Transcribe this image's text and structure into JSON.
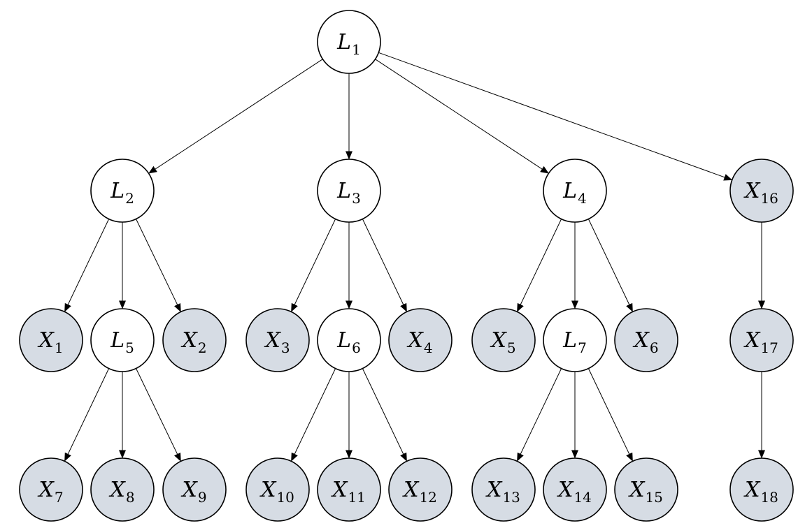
{
  "colors": {
    "latent_fill": "#ffffff",
    "observed_fill": "#d6dce4",
    "stroke": "#000000"
  },
  "nodes": [
    {
      "id": "L1",
      "letter": "L",
      "sub": "1",
      "kind": "latent"
    },
    {
      "id": "L2",
      "letter": "L",
      "sub": "2",
      "kind": "latent"
    },
    {
      "id": "L3",
      "letter": "L",
      "sub": "3",
      "kind": "latent"
    },
    {
      "id": "L4",
      "letter": "L",
      "sub": "4",
      "kind": "latent"
    },
    {
      "id": "X16",
      "letter": "X",
      "sub": "16",
      "kind": "observed"
    },
    {
      "id": "X1",
      "letter": "X",
      "sub": "1",
      "kind": "observed"
    },
    {
      "id": "L5",
      "letter": "L",
      "sub": "5",
      "kind": "latent"
    },
    {
      "id": "X2",
      "letter": "X",
      "sub": "2",
      "kind": "observed"
    },
    {
      "id": "X3",
      "letter": "X",
      "sub": "3",
      "kind": "observed"
    },
    {
      "id": "L6",
      "letter": "L",
      "sub": "6",
      "kind": "latent"
    },
    {
      "id": "X4",
      "letter": "X",
      "sub": "4",
      "kind": "observed"
    },
    {
      "id": "X5",
      "letter": "X",
      "sub": "5",
      "kind": "observed"
    },
    {
      "id": "L7",
      "letter": "L",
      "sub": "7",
      "kind": "latent"
    },
    {
      "id": "X6",
      "letter": "X",
      "sub": "6",
      "kind": "observed"
    },
    {
      "id": "X17",
      "letter": "X",
      "sub": "17",
      "kind": "observed"
    },
    {
      "id": "X7",
      "letter": "X",
      "sub": "7",
      "kind": "observed"
    },
    {
      "id": "X8",
      "letter": "X",
      "sub": "8",
      "kind": "observed"
    },
    {
      "id": "X9",
      "letter": "X",
      "sub": "9",
      "kind": "observed"
    },
    {
      "id": "X10",
      "letter": "X",
      "sub": "10",
      "kind": "observed"
    },
    {
      "id": "X11",
      "letter": "X",
      "sub": "11",
      "kind": "observed"
    },
    {
      "id": "X12",
      "letter": "X",
      "sub": "12",
      "kind": "observed"
    },
    {
      "id": "X13",
      "letter": "X",
      "sub": "13",
      "kind": "observed"
    },
    {
      "id": "X14",
      "letter": "X",
      "sub": "14",
      "kind": "observed"
    },
    {
      "id": "X15",
      "letter": "X",
      "sub": "15",
      "kind": "observed"
    },
    {
      "id": "X18",
      "letter": "X",
      "sub": "18",
      "kind": "observed"
    }
  ],
  "edges": [
    [
      "L1",
      "L2"
    ],
    [
      "L1",
      "L3"
    ],
    [
      "L1",
      "L4"
    ],
    [
      "L1",
      "X16"
    ],
    [
      "L2",
      "X1"
    ],
    [
      "L2",
      "L5"
    ],
    [
      "L2",
      "X2"
    ],
    [
      "L3",
      "X3"
    ],
    [
      "L3",
      "L6"
    ],
    [
      "L3",
      "X4"
    ],
    [
      "L4",
      "X5"
    ],
    [
      "L4",
      "L7"
    ],
    [
      "L4",
      "X6"
    ],
    [
      "X16",
      "X17"
    ],
    [
      "L5",
      "X7"
    ],
    [
      "L5",
      "X8"
    ],
    [
      "L5",
      "X9"
    ],
    [
      "L6",
      "X10"
    ],
    [
      "L6",
      "X11"
    ],
    [
      "L6",
      "X12"
    ],
    [
      "L7",
      "X13"
    ],
    [
      "L7",
      "X14"
    ],
    [
      "L7",
      "X15"
    ],
    [
      "X17",
      "X18"
    ]
  ]
}
